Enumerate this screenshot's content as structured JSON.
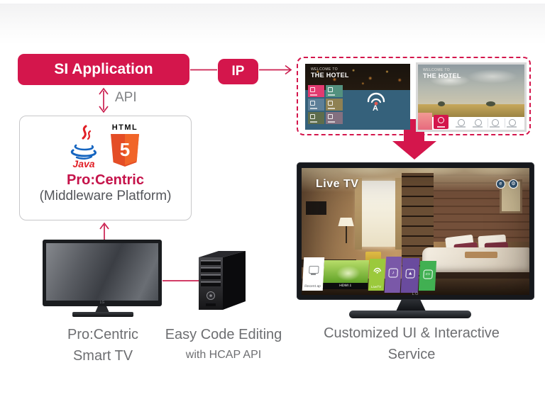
{
  "colors": {
    "accent": "#d4164c",
    "caption_text": "#6d6e71",
    "api_text": "#808285",
    "java_red": "#e11f26",
    "java_blue": "#1565c0",
    "html5_orange": "#e44d26",
    "launcher_lime": "#9bc93c",
    "launcher_purple": "#7a58a8",
    "launcher_green": "#41b052"
  },
  "flow": {
    "si_application": "SI Application",
    "ip": "IP",
    "api": "API"
  },
  "middleware": {
    "java": "Java",
    "html": "HTML",
    "five": "5",
    "title": "Pro:Centric",
    "subtitle": "(Middleware Platform)"
  },
  "preview": {
    "screen1": {
      "welcome": "WELCOME TO",
      "hotel": "THE HOTEL",
      "antenna_letter": "A"
    },
    "screen2": {
      "welcome": "WELCOME TO",
      "hotel": "THE HOTEL"
    }
  },
  "smart_tv": {
    "brand": "LG"
  },
  "main_tv": {
    "brand": "LG",
    "live_badge": "Live TV",
    "launcher": {
      "recent": "Recent ap",
      "hdmi": "HDMI 1",
      "live": "LiveTV"
    }
  },
  "captions": {
    "smart_tv": [
      "Pro:Centric",
      "Smart TV"
    ],
    "code_editing": [
      "Easy Code Editing",
      "with HCAP API"
    ],
    "service": [
      "Customized UI & Interactive",
      "Service"
    ]
  }
}
